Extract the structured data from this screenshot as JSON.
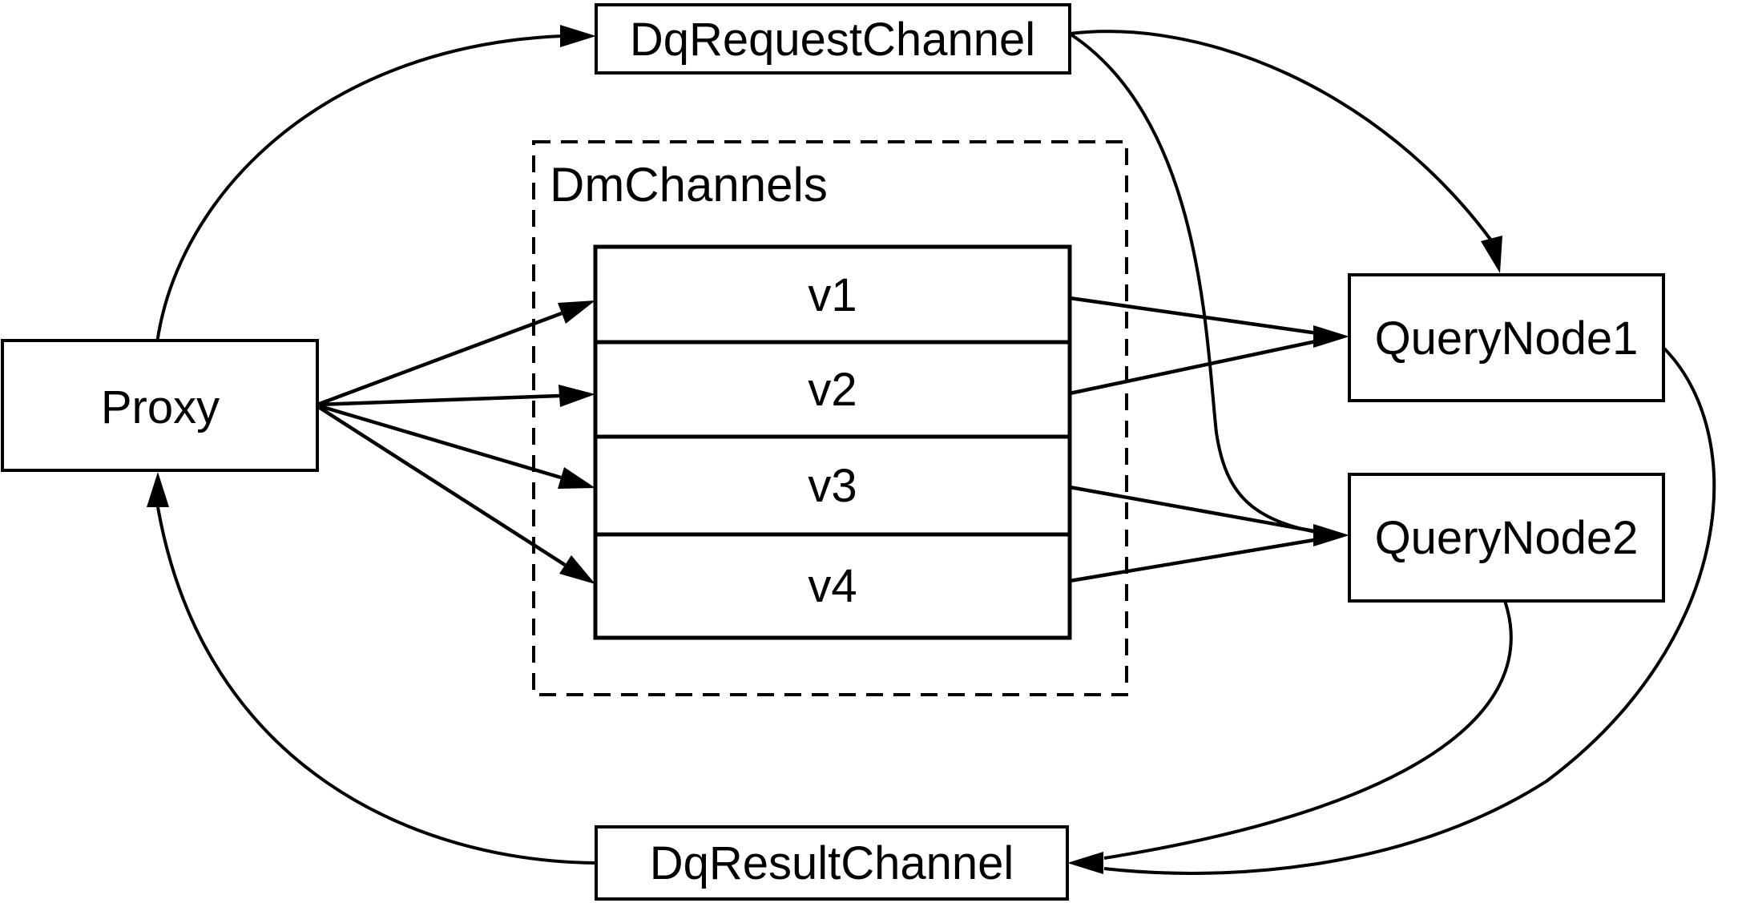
{
  "diagram": {
    "colors": {
      "background": "#ffffff",
      "stroke": "#000000",
      "text": "#000000"
    },
    "nodes": {
      "proxy": {
        "label": "Proxy"
      },
      "dq_request_channel": {
        "label": "DqRequestChannel"
      },
      "dm_channels_group": {
        "label": "DmChannels"
      },
      "channels": [
        {
          "label": "v1"
        },
        {
          "label": "v2"
        },
        {
          "label": "v3"
        },
        {
          "label": "v4"
        }
      ],
      "query_node_1": {
        "label": "QueryNode1"
      },
      "query_node_2": {
        "label": "QueryNode2"
      },
      "dq_result_channel": {
        "label": "DqResultChannel"
      }
    },
    "edges": [
      {
        "from": "Proxy",
        "to": "DqRequestChannel"
      },
      {
        "from": "Proxy",
        "to": "v1"
      },
      {
        "from": "Proxy",
        "to": "v2"
      },
      {
        "from": "Proxy",
        "to": "v3"
      },
      {
        "from": "Proxy",
        "to": "v4"
      },
      {
        "from": "DqRequestChannel",
        "to": "QueryNode1"
      },
      {
        "from": "DqRequestChannel",
        "to": "QueryNode2"
      },
      {
        "from": "v1",
        "to": "QueryNode1"
      },
      {
        "from": "v2",
        "to": "QueryNode1"
      },
      {
        "from": "v3",
        "to": "QueryNode2"
      },
      {
        "from": "v4",
        "to": "QueryNode2"
      },
      {
        "from": "QueryNode1",
        "to": "DqResultChannel"
      },
      {
        "from": "QueryNode2",
        "to": "DqResultChannel"
      },
      {
        "from": "DqResultChannel",
        "to": "Proxy"
      }
    ]
  }
}
